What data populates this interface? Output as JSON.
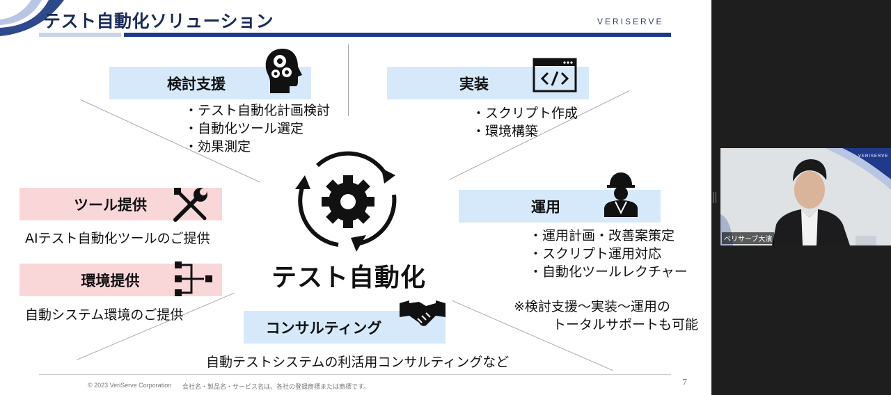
{
  "header": {
    "title": "テスト自動化ソリューション",
    "brand": "VERISERVE"
  },
  "center_label": "テスト自動化",
  "sections": {
    "kento": {
      "label": "検討支援",
      "items": [
        "・テスト自動化計画検討",
        "・自動化ツール選定",
        "・効果測定"
      ]
    },
    "jisso": {
      "label": "実装",
      "items": [
        "・スクリプト作成",
        "・環境構築"
      ]
    },
    "unyo": {
      "label": "運用",
      "items": [
        "・運用計画・改善案策定",
        "・スクリプト運用対応",
        "・自動化ツールレクチャー"
      ]
    },
    "consulting": {
      "label": "コンサルティング",
      "desc": "自動テストシステムの利活用コンサルティングなど"
    },
    "tool": {
      "label": "ツール提供",
      "desc": "AIテスト自動化ツールのご提供"
    },
    "env": {
      "label": "環境提供",
      "desc": "自動システム環境のご提供"
    }
  },
  "note": {
    "line1": "※検討支援～実装～運用の",
    "line2": "トータルサポートも可能"
  },
  "footer": {
    "copyright": "© 2023 VeriServe Corporation",
    "disclaimer": "会社名・製品名・サービス名は、各社の登録商標または商標です。",
    "page": "7"
  },
  "participant": {
    "name": "ベリサーブ大濱",
    "cam_brand": "VERISERVE"
  },
  "icons": [
    "head-gears-icon",
    "code-window-icon",
    "tools-icon",
    "connector-icon",
    "worker-icon",
    "handshake-icon",
    "cycle-gear-icon"
  ],
  "colors": {
    "label_blue": "#d6e9fa",
    "label_pink": "#f9d6d8",
    "title_navy": "#1b2c5a",
    "rule_blue": "#1f3a8a"
  }
}
